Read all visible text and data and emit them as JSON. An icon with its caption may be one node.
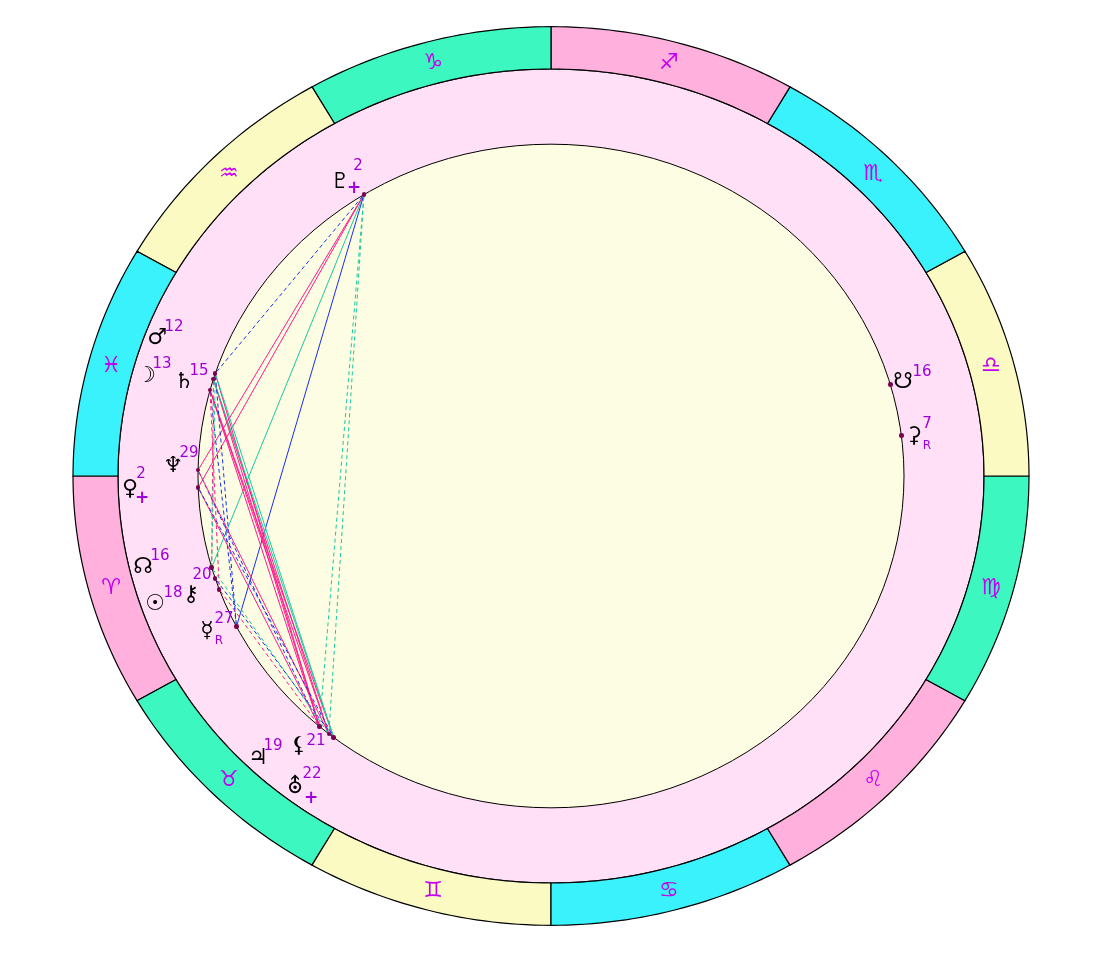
{
  "diagram": {
    "nodes": [
      {
        "text": [
          "♈"
        ]
      },
      {
        "text": [
          "♉"
        ]
      },
      {
        "text": [
          "♊"
        ]
      },
      {
        "text": [
          "♋"
        ]
      },
      {
        "text": [
          "♌"
        ]
      },
      {
        "text": [
          "♍"
        ]
      },
      {
        "text": [
          "♎"
        ]
      },
      {
        "text": [
          "♏"
        ]
      },
      {
        "text": [
          "♐"
        ]
      },
      {
        "text": [
          "♑"
        ]
      },
      {
        "text": [
          "♒"
        ]
      },
      {
        "text": [
          "♓"
        ]
      },
      {
        "text": [],
        "shape": "circle",
        "beside": [
          "♇",
          "2",
          "+"
        ]
      },
      {
        "text": [],
        "shape": "circle",
        "beside": [
          "♂",
          "12"
        ]
      },
      {
        "text": [],
        "shape": "circle",
        "beside": [
          "☽",
          "13"
        ]
      },
      {
        "text": [],
        "shape": "circle",
        "beside": [
          "♄",
          "15"
        ]
      },
      {
        "text": [],
        "shape": "circle",
        "beside": [
          "☋",
          "16"
        ]
      },
      {
        "text": [],
        "shape": "circle",
        "beside": [
          "♆",
          "29"
        ]
      },
      {
        "text": [],
        "shape": "circle",
        "beside": [
          "⚳",
          "7",
          "R"
        ]
      },
      {
        "text": [],
        "shape": "circle",
        "beside": [
          "♀",
          "2",
          "+"
        ]
      },
      {
        "text": [],
        "shape": "circle",
        "beside": [
          "☊",
          "16"
        ]
      },
      {
        "text": [],
        "shape": "circle",
        "beside": [
          "⚷",
          "20"
        ]
      },
      {
        "text": [],
        "shape": "circle",
        "beside": [
          "☉",
          "18"
        ]
      },
      {
        "text": [],
        "shape": "circle",
        "beside": [
          "☿",
          "27",
          "R"
        ]
      },
      {
        "text": [],
        "shape": "circle",
        "beside": [
          "⚸",
          "21"
        ]
      },
      {
        "text": [],
        "shape": "circle",
        "beside": [
          "♃",
          "19"
        ]
      },
      {
        "text": [],
        "shape": "circle",
        "beside": [
          "⛢",
          "22",
          "+"
        ]
      }
    ],
    "edges": [
      {
        "from": 12,
        "to": 13,
        "arrow": "none",
        "style": "dashed",
        "color": "#1a2ef0"
      },
      {
        "from": 12,
        "to": 17,
        "arrow": "none"
      },
      {
        "from": 12,
        "to": 19,
        "arrow": "none"
      },
      {
        "from": 12,
        "to": 20,
        "arrow": "none",
        "color": "#1cc8a0"
      },
      {
        "from": 12,
        "to": 23,
        "arrow": "none",
        "color": "#1a2ef0"
      },
      {
        "from": 12,
        "to": 25,
        "arrow": "none",
        "style": "dashed",
        "color": "#1cc8a0"
      },
      {
        "from": 12,
        "to": 24,
        "arrow": "none",
        "style": "dashed",
        "color": "#1cc8a0"
      },
      {
        "from": 13,
        "to": 25,
        "arrow": "none"
      },
      {
        "from": 14,
        "to": 25,
        "arrow": "none"
      },
      {
        "from": 15,
        "to": 25,
        "arrow": "none"
      },
      {
        "from": 14,
        "to": 24,
        "arrow": "none"
      },
      {
        "from": 15,
        "to": 24,
        "arrow": "none"
      },
      {
        "from": 15,
        "to": 26,
        "arrow": "none"
      },
      {
        "from": 13,
        "to": 26,
        "arrow": "none",
        "color": "#1cc8a0"
      },
      {
        "from": 14,
        "to": 26,
        "arrow": "none",
        "color": "#1cc8a0"
      },
      {
        "from": 13,
        "to": 23,
        "arrow": "none",
        "style": "dashed",
        "color": "#1a2ef0"
      },
      {
        "from": 15,
        "to": 23,
        "arrow": "none",
        "style": "dashed",
        "color": "#1a2ef0"
      },
      {
        "from": 14,
        "to": 20,
        "arrow": "none",
        "style": "dashed"
      },
      {
        "from": 15,
        "to": 21,
        "arrow": "none",
        "style": "dashed"
      },
      {
        "from": 13,
        "to": 20,
        "arrow": "none",
        "style": "dashed",
        "color": "#1cc8a0"
      },
      {
        "from": 17,
        "to": 25,
        "arrow": "none",
        "style": "dashed",
        "color": "#1a2ef0"
      },
      {
        "from": 17,
        "to": 24,
        "arrow": "none"
      },
      {
        "from": 19,
        "to": 25,
        "arrow": "none"
      },
      {
        "from": 19,
        "to": 26,
        "arrow": "none",
        "style": "dashed",
        "color": "#1a2ef0"
      },
      {
        "from": 21,
        "to": 25,
        "arrow": "none",
        "style": "dashed"
      },
      {
        "from": 20,
        "to": 24,
        "arrow": "none",
        "style": "dashed",
        "color": "#1cc8a0"
      },
      {
        "from": 22,
        "to": 26,
        "arrow": "none",
        "style": "dashed",
        "color": "#1a2ef0"
      }
    ]
  }
}
